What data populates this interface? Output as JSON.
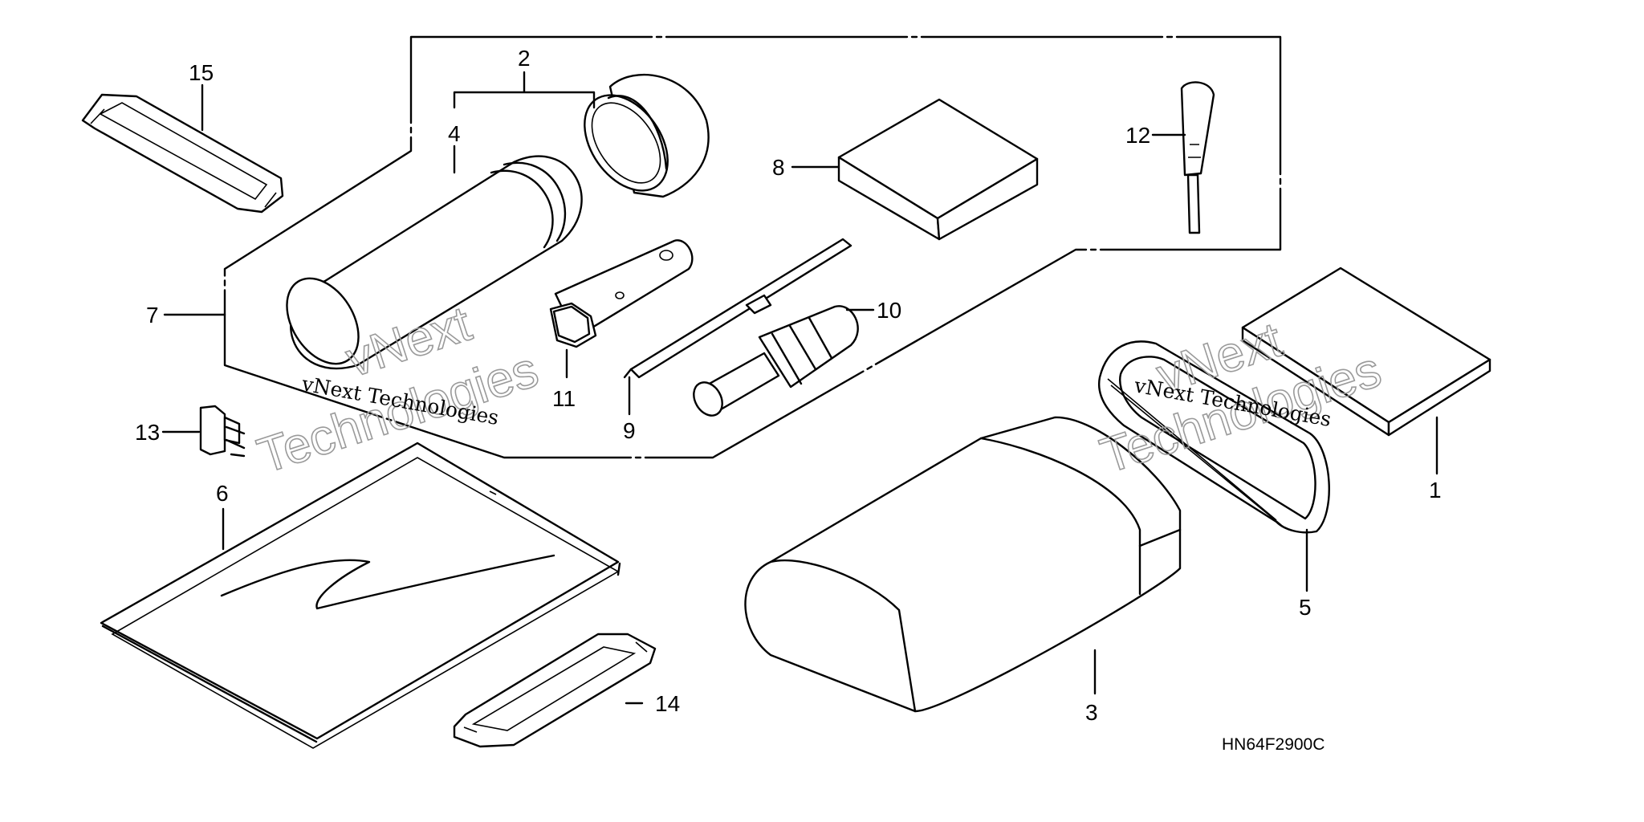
{
  "callouts": {
    "c1": "1",
    "c2": "2",
    "c3": "3",
    "c4": "4",
    "c5": "5",
    "c6": "6",
    "c7": "7",
    "c8": "8",
    "c9": "9",
    "c10": "10",
    "c11": "11",
    "c12": "12",
    "c13": "13",
    "c14": "14",
    "c15": "15"
  },
  "diagram_code": "HN64F2900C",
  "watermark": {
    "left_line": "vNext Technologies",
    "right_line": "vNext Technologies",
    "big_word_1": "vNext",
    "big_word_2": "Technologies"
  }
}
